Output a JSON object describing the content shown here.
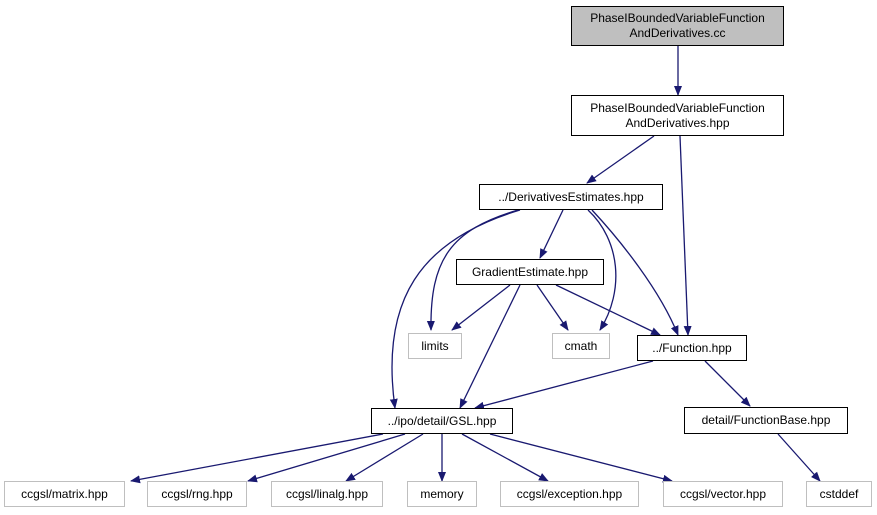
{
  "diagram": {
    "type": "include-dependency-graph",
    "edge_color": "#191970",
    "nodes": [
      {
        "id": "root",
        "label_line1": "PhaseIBoundedVariableFunction",
        "label_line2": "AndDerivatives.cc",
        "kind": "root"
      },
      {
        "id": "hpp",
        "label_line1": "PhaseIBoundedVariableFunction",
        "label_line2": "AndDerivatives.hpp",
        "kind": "documented"
      },
      {
        "id": "derest",
        "label": "../DerivativesEstimates.hpp",
        "kind": "documented"
      },
      {
        "id": "gradest",
        "label": "GradientEstimate.hpp",
        "kind": "documented"
      },
      {
        "id": "limits",
        "label": "limits",
        "kind": "external"
      },
      {
        "id": "cmath",
        "label": "cmath",
        "kind": "external"
      },
      {
        "id": "function",
        "label": "../Function.hpp",
        "kind": "documented"
      },
      {
        "id": "gsl",
        "label": "../ipo/detail/GSL.hpp",
        "kind": "documented"
      },
      {
        "id": "funcbase",
        "label": "detail/FunctionBase.hpp",
        "kind": "documented"
      },
      {
        "id": "matrix",
        "label": "ccgsl/matrix.hpp",
        "kind": "external"
      },
      {
        "id": "rng",
        "label": "ccgsl/rng.hpp",
        "kind": "external"
      },
      {
        "id": "linalg",
        "label": "ccgsl/linalg.hpp",
        "kind": "external"
      },
      {
        "id": "memory",
        "label": "memory",
        "kind": "external"
      },
      {
        "id": "exception",
        "label": "ccgsl/exception.hpp",
        "kind": "external"
      },
      {
        "id": "vector",
        "label": "ccgsl/vector.hpp",
        "kind": "external"
      },
      {
        "id": "cstddef",
        "label": "cstddef",
        "kind": "external"
      }
    ],
    "edges": [
      [
        "root",
        "hpp"
      ],
      [
        "hpp",
        "derest"
      ],
      [
        "hpp",
        "function"
      ],
      [
        "derest",
        "gradest"
      ],
      [
        "derest",
        "limits"
      ],
      [
        "derest",
        "cmath"
      ],
      [
        "derest",
        "function"
      ],
      [
        "derest",
        "gsl"
      ],
      [
        "gradest",
        "limits"
      ],
      [
        "gradest",
        "cmath"
      ],
      [
        "gradest",
        "function"
      ],
      [
        "gradest",
        "gsl"
      ],
      [
        "function",
        "gsl"
      ],
      [
        "function",
        "funcbase"
      ],
      [
        "gsl",
        "matrix"
      ],
      [
        "gsl",
        "rng"
      ],
      [
        "gsl",
        "linalg"
      ],
      [
        "gsl",
        "memory"
      ],
      [
        "gsl",
        "exception"
      ],
      [
        "gsl",
        "vector"
      ],
      [
        "funcbase",
        "cstddef"
      ]
    ]
  }
}
